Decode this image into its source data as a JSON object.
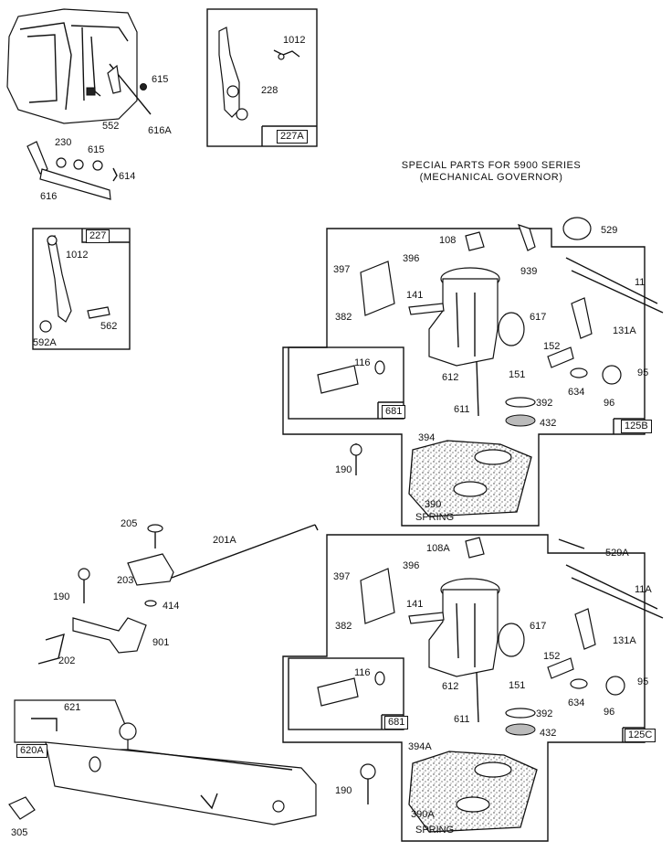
{
  "header": {
    "line1": "SPECIAL PARTS FOR 5900 SERIES",
    "line2": "(MECHANICAL GOVERNOR)"
  },
  "box_tags": {
    "b227a": "227A",
    "b227": "227",
    "b125b": "125B",
    "b125c": "125C",
    "b681_top": "681",
    "b681_bottom": "681",
    "b620a": "620A"
  },
  "labels": {
    "l615a": "615",
    "l552": "552",
    "l616a": "616A",
    "l230": "230",
    "l615b": "615",
    "l614": "614",
    "l616": "616",
    "l1012a": "1012",
    "l228": "228",
    "l1012b": "1012",
    "l562": "562",
    "l592a": "592A",
    "l529": "529",
    "l11": "11",
    "l108": "108",
    "l939": "939",
    "l397a": "397",
    "l396a": "396",
    "l141a": "141",
    "l382a": "382",
    "l617a": "617",
    "l131a_top": "131A",
    "l152a": "152",
    "l151a": "151",
    "l95a": "95",
    "l634a": "634",
    "l96a": "96",
    "l612a": "612",
    "l611a": "611",
    "l392a": "392",
    "l432a": "432",
    "l116a": "116",
    "l394": "394",
    "l390": "390",
    "l_spring_a": "SPRING",
    "l190a": "190",
    "l205": "205",
    "l201a": "201A",
    "l203": "203",
    "l190b": "190",
    "l414": "414",
    "l901": "901",
    "l202": "202",
    "l108a": "108A",
    "l529a": "529A",
    "l11a": "11A",
    "l397b": "397",
    "l396b": "396",
    "l141b": "141",
    "l382b": "382",
    "l617b": "617",
    "l131a_bottom": "131A",
    "l152b": "152",
    "l151b": "151",
    "l95b": "95",
    "l634b": "634",
    "l96b": "96",
    "l612b": "612",
    "l611b": "611",
    "l392b": "392",
    "l432b": "432",
    "l116b": "116",
    "l394a": "394A",
    "l390a": "390A",
    "l_spring_b": "SPRING",
    "l621": "621",
    "l190c": "190",
    "l305": "305"
  }
}
